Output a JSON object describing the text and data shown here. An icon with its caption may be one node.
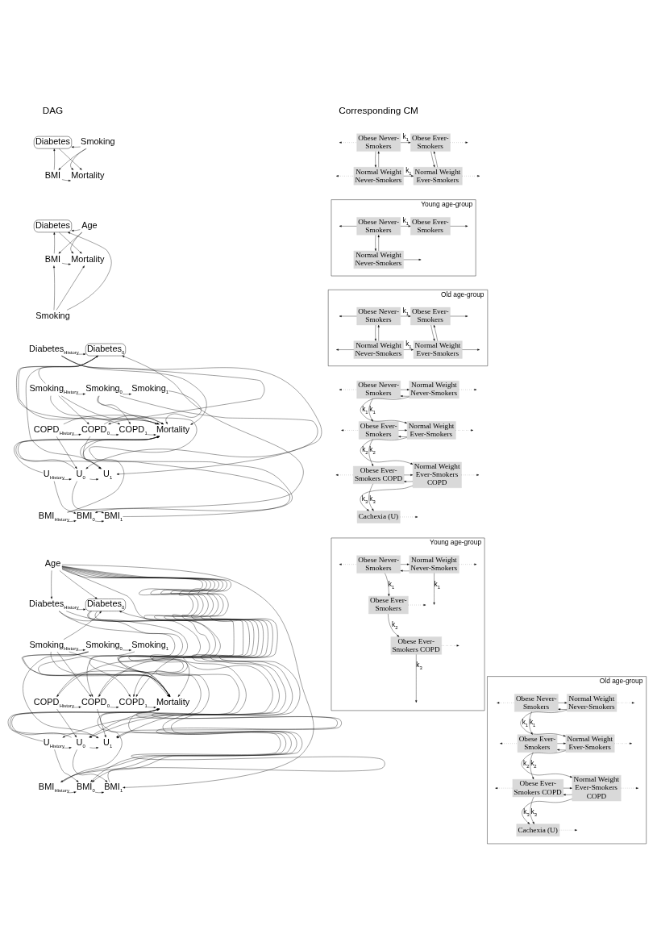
{
  "diagram": {
    "nodes": [
      {
        "text": [
          "Diabetes"
        ]
      },
      {
        "text": [
          "Smoking"
        ]
      },
      {
        "text": [
          "BMI"
        ]
      },
      {
        "text": [
          "Mortality"
        ]
      },
      {
        "text": [
          "Obese Never-Smokers"
        ]
      },
      {
        "text": [
          "Obese Ever-Smokers"
        ]
      },
      {
        "text": [
          "Normal Weight Never-Smokers"
        ]
      },
      {
        "text": [
          "Normal Weight Ever-Smokers"
        ]
      },
      {
        "text": [
          "Diabetes"
        ]
      },
      {
        "text": [
          "Age"
        ]
      },
      {
        "text": [
          "BMI"
        ]
      },
      {
        "text": [
          "Mortality"
        ]
      },
      {
        "text": [
          "Smoking"
        ]
      },
      {
        "text": [
          "Young age-group"
        ]
      },
      {
        "text": [
          "Obese Never-Smokers"
        ],
        "in": 13
      },
      {
        "text": [
          "Obese Ever-Smokers"
        ],
        "in": 13
      },
      {
        "text": [
          "Normal Weight Never-Smokers"
        ],
        "in": 13
      },
      {
        "text": [
          "Old age-group"
        ]
      },
      {
        "text": [
          "Obese Never-Smokers"
        ],
        "in": 17
      },
      {
        "text": [
          "Obese Ever-Smokers"
        ],
        "in": 17
      },
      {
        "text": [
          "Normal Weight Never-Smokers"
        ],
        "in": 17
      },
      {
        "text": [
          "Normal Weight Ever-Smokers"
        ],
        "in": 17
      },
      {
        "text": [
          "Diabetes$_{History}$"
        ]
      },
      {
        "text": [
          "Diabetes$_{0}$"
        ]
      },
      {
        "text": [
          "Smoking$_{History}$"
        ]
      },
      {
        "text": [
          "Smoking$_{0}$"
        ]
      },
      {
        "text": [
          "Smoking$_{1}$"
        ]
      },
      {
        "text": [
          "Mortality"
        ]
      },
      {
        "text": [
          "COPD$_{History}$"
        ]
      },
      {
        "text": [
          "COPD$_{0}$"
        ]
      },
      {
        "text": [
          "COPD$_{1}$"
        ]
      },
      {
        "text": [
          "U$_{History}$"
        ]
      },
      {
        "text": [
          "U$_{0}$"
        ]
      },
      {
        "text": [
          "U$_{1}$"
        ]
      },
      {
        "text": [
          "BMI$_{History}$"
        ]
      },
      {
        "text": [
          "BMI$_{0}$"
        ]
      },
      {
        "text": [
          "BMI$_{1}$"
        ]
      },
      {
        "text": [
          "Obese Never-Smokers"
        ]
      },
      {
        "text": [
          "Normal Weight Never-Smokers"
        ]
      },
      {
        "text": [
          "Obese Ever-Smokers"
        ]
      },
      {
        "text": [
          "Normal Weight Ever-Smokers"
        ]
      },
      {
        "text": [
          "Obese Ever-Smokers COPD"
        ]
      },
      {
        "text": [
          "Normal Weight Ever-Smokers COPD"
        ]
      },
      {
        "text": [
          "Cachexia (U)"
        ]
      },
      {
        "text": [
          "Age"
        ]
      },
      {
        "text": [
          "Diabetes$_{History}$"
        ]
      },
      {
        "text": [
          "Diabetes$_{0}$"
        ]
      },
      {
        "text": [
          "Smoking$_{History}$"
        ]
      },
      {
        "text": [
          "Smoking$_{0}$"
        ]
      },
      {
        "text": [
          "Smoking$_{1}$"
        ]
      },
      {
        "text": [
          "Mortality"
        ]
      },
      {
        "text": [
          "COPD$_{History}$"
        ]
      },
      {
        "text": [
          "COPD$_{0}$"
        ]
      },
      {
        "text": [
          "COPD$_{1}$"
        ]
      },
      {
        "text": [
          "U$_{History}$"
        ]
      },
      {
        "text": [
          "U$_{0}$"
        ]
      },
      {
        "text": [
          "U$_{1}$"
        ]
      },
      {
        "text": [
          "BMI$_{History}$"
        ]
      },
      {
        "text": [
          "BMI$_{0}$"
        ]
      },
      {
        "text": [
          "BMI$_{1}$"
        ]
      },
      {
        "text": [
          "Young age-group"
        ]
      },
      {
        "text": [
          "Obese Never-Smokers"
        ],
        "in": 60
      },
      {
        "text": [
          "Normal Weight Never-Smokers"
        ],
        "in": 60
      },
      {
        "text": [
          "Obese Ever-Smokers"
        ],
        "in": 60
      },
      {
        "text": [
          "Obese Ever-Smokers COPD"
        ],
        "in": 60
      },
      {
        "text": [
          "Old age-group"
        ]
      },
      {
        "text": [
          "Obese Never-Smokers"
        ],
        "in": 65
      },
      {
        "text": [
          "Normal Weight Never-Smokers"
        ],
        "in": 65
      },
      {
        "text": [
          "Obese Ever-Smokers"
        ],
        "in": 65
      },
      {
        "text": [
          "Normal Weight Ever-Smokers"
        ],
        "in": 65
      },
      {
        "text": [
          "Obese Ever-Smokers COPD"
        ],
        "in": 65
      },
      {
        "text": [
          "Normal Weight Ever-Smokers COPD"
        ],
        "in": 65
      },
      {
        "text": [
          "Cachexia (U)"
        ],
        "in": 65
      }
    ],
    "edges": [
      {
        "from": 1,
        "to": 0,
        "arrow": "to"
      },
      {
        "from": 2,
        "to": 0,
        "arrow": "to"
      },
      {
        "from": 0,
        "to": 3,
        "arrow": "to"
      },
      {
        "from": 1,
        "to": 3,
        "arrow": "to"
      },
      {
        "from": 2,
        "to": 3,
        "arrow": "to"
      },
      {
        "from": 1,
        "to": 2,
        "arrow": "to"
      },
      {
        "from": 4,
        "to": 5,
        "arrow": "to",
        "label": "k$_{1}$"
      },
      {
        "from": 4,
        "to": 6,
        "arrow": "to"
      },
      {
        "from": 6,
        "to": 4,
        "arrow": "to"
      },
      {
        "from": 5,
        "to": 7,
        "arrow": "to"
      },
      {
        "from": 7,
        "to": 5,
        "arrow": "to"
      },
      {
        "from": 6,
        "to": 7,
        "arrow": "to",
        "label": "k$_{1}$"
      },
      {
        "from": 4,
        "to": null,
        "arrow": "to",
        "style": "dashed"
      },
      {
        "from": 5,
        "to": null,
        "arrow": "to",
        "style": "dashed"
      },
      {
        "from": 6,
        "to": null,
        "arrow": "to",
        "style": "dashed"
      },
      {
        "from": 7,
        "to": null,
        "arrow": "to",
        "style": "dashed"
      },
      {
        "from": 9,
        "to": 8,
        "arrow": "to"
      },
      {
        "from": 9,
        "to": 10,
        "arrow": "to"
      },
      {
        "from": 9,
        "to": 11,
        "arrow": "to"
      },
      {
        "from": 10,
        "to": 8,
        "arrow": "to"
      },
      {
        "from": 8,
        "to": 11,
        "arrow": "to"
      },
      {
        "from": 10,
        "to": 11,
        "arrow": "to"
      },
      {
        "from": 12,
        "to": 10,
        "arrow": "to"
      },
      {
        "from": 12,
        "to": 8,
        "arrow": "to"
      },
      {
        "from": 12,
        "to": 11,
        "arrow": "to"
      },
      {
        "from": 14,
        "to": 15,
        "arrow": "to",
        "label": "k$_{1}$"
      },
      {
        "from": 14,
        "to": 16,
        "arrow": "to"
      },
      {
        "from": 16,
        "to": 14,
        "arrow": "to"
      },
      {
        "from": 14,
        "to": null,
        "arrow": "to"
      },
      {
        "from": 15,
        "to": null,
        "arrow": "to"
      },
      {
        "from": 16,
        "to": null,
        "arrow": "to"
      },
      {
        "from": 18,
        "to": 19,
        "arrow": "to",
        "label": "k$_{1}$"
      },
      {
        "from": 18,
        "to": 20,
        "arrow": "to"
      },
      {
        "from": 20,
        "to": 18,
        "arrow": "to"
      },
      {
        "from": 19,
        "to": 21,
        "arrow": "to"
      },
      {
        "from": 21,
        "to": 19,
        "arrow": "to"
      },
      {
        "from": 20,
        "to": 21,
        "arrow": "to",
        "label": "k$_{1}$"
      },
      {
        "from": 18,
        "to": null,
        "arrow": "to"
      },
      {
        "from": 19,
        "to": null,
        "arrow": "to"
      },
      {
        "from": 20,
        "to": null,
        "arrow": "to"
      },
      {
        "from": 21,
        "to": null,
        "arrow": "to"
      },
      {
        "from": 22,
        "to": 23,
        "arrow": "to"
      },
      {
        "from": 22,
        "to": 27,
        "arrow": "to"
      },
      {
        "from": 22,
        "to": 29,
        "arrow": "to"
      },
      {
        "from": 22,
        "to": 32,
        "arrow": "to"
      },
      {
        "from": 24,
        "to": 23,
        "arrow": "to"
      },
      {
        "from": 24,
        "to": 27,
        "arrow": "to"
      },
      {
        "from": 24,
        "to": 25,
        "arrow": "to"
      },
      {
        "from": 24,
        "to": 29,
        "arrow": "to"
      },
      {
        "from": 24,
        "to": 35,
        "arrow": "to"
      },
      {
        "from": 23,
        "to": 27,
        "arrow": "to"
      },
      {
        "from": 23,
        "to": 30,
        "arrow": "to"
      },
      {
        "from": 23,
        "to": 33,
        "arrow": "to"
      },
      {
        "from": 25,
        "to": 26,
        "arrow": "to"
      },
      {
        "from": 25,
        "to": 27,
        "arrow": "to"
      },
      {
        "from": 25,
        "to": 30,
        "arrow": "to"
      },
      {
        "from": 25,
        "to": 33,
        "arrow": "to"
      },
      {
        "from": 26,
        "to": 27,
        "arrow": "to"
      },
      {
        "from": 28,
        "to": 29,
        "arrow": "to"
      },
      {
        "from": 28,
        "to": 27,
        "arrow": "to"
      },
      {
        "from": 28,
        "to": 32,
        "arrow": "to"
      },
      {
        "from": 29,
        "to": 30,
        "arrow": "to"
      },
      {
        "from": 29,
        "to": 33,
        "arrow": "to"
      },
      {
        "from": 29,
        "to": 27,
        "arrow": "to"
      },
      {
        "from": 30,
        "to": 27,
        "arrow": "to"
      },
      {
        "from": 31,
        "to": 32,
        "arrow": "to"
      },
      {
        "from": 31,
        "to": 35,
        "arrow": "to"
      },
      {
        "from": 31,
        "to": 27,
        "arrow": "to"
      },
      {
        "from": 32,
        "to": 33,
        "arrow": "to"
      },
      {
        "from": 32,
        "to": 36,
        "arrow": "to"
      },
      {
        "from": 32,
        "to": 27,
        "arrow": "to"
      },
      {
        "from": 33,
        "to": 27,
        "arrow": "to"
      },
      {
        "from": 34,
        "to": 35,
        "arrow": "to"
      },
      {
        "from": 34,
        "to": 23,
        "arrow": "to"
      },
      {
        "from": 34,
        "to": 27,
        "arrow": "to"
      },
      {
        "from": 35,
        "to": 36,
        "arrow": "to"
      },
      {
        "from": 36,
        "to": 27,
        "arrow": "to"
      },
      {
        "from": 38,
        "to": 37,
        "arrow": "to"
      },
      {
        "from": 37,
        "to": 38,
        "arrow": "to"
      },
      {
        "from": 37,
        "to": 39,
        "arrow": "to",
        "label": "k$_{1}$"
      },
      {
        "from": 38,
        "to": 40,
        "arrow": "to",
        "label": "k$_{1}$"
      },
      {
        "from": 40,
        "to": 39,
        "arrow": "to"
      },
      {
        "from": 39,
        "to": 40,
        "arrow": "to"
      },
      {
        "from": 39,
        "to": 41,
        "arrow": "to",
        "label": "k$_{2}$"
      },
      {
        "from": 40,
        "to": 42,
        "arrow": "to",
        "label": "k$_{2}$"
      },
      {
        "from": 42,
        "to": 41,
        "arrow": "to"
      },
      {
        "from": 41,
        "to": 42,
        "arrow": "to"
      },
      {
        "from": 41,
        "to": 43,
        "arrow": "to",
        "label": "k$_{3}$"
      },
      {
        "from": 42,
        "to": 43,
        "arrow": "to",
        "label": "k$_{3}$"
      },
      {
        "from": 37,
        "to": null,
        "arrow": "to",
        "style": "dashed"
      },
      {
        "from": 38,
        "to": null,
        "arrow": "to",
        "style": "dashed"
      },
      {
        "from": 39,
        "to": null,
        "arrow": "to",
        "style": "dashed"
      },
      {
        "from": 40,
        "to": null,
        "arrow": "to",
        "style": "dashed"
      },
      {
        "from": 41,
        "to": null,
        "arrow": "to",
        "style": "dashed"
      },
      {
        "from": 42,
        "to": null,
        "arrow": "to",
        "style": "dashed"
      },
      {
        "from": 43,
        "to": null,
        "arrow": "to",
        "style": "dashed"
      },
      {
        "from": 44,
        "to": 45,
        "arrow": "to"
      },
      {
        "from": 44,
        "to": 46,
        "arrow": "to"
      },
      {
        "from": 44,
        "to": 51,
        "arrow": "to"
      },
      {
        "from": 44,
        "to": 52,
        "arrow": "to"
      },
      {
        "from": 44,
        "to": 53,
        "arrow": "to"
      },
      {
        "from": 44,
        "to": 54,
        "arrow": "to"
      },
      {
        "from": 44,
        "to": 55,
        "arrow": "to"
      },
      {
        "from": 44,
        "to": 56,
        "arrow": "to"
      },
      {
        "from": 44,
        "to": 57,
        "arrow": "to"
      },
      {
        "from": 44,
        "to": 58,
        "arrow": "to"
      },
      {
        "from": 44,
        "to": 59,
        "arrow": "to"
      },
      {
        "from": 44,
        "to": 50,
        "arrow": "to"
      },
      {
        "from": 45,
        "to": 46,
        "arrow": "to"
      },
      {
        "from": 45,
        "to": 50,
        "arrow": "to"
      },
      {
        "from": 45,
        "to": 52,
        "arrow": "to"
      },
      {
        "from": 45,
        "to": 55,
        "arrow": "to"
      },
      {
        "from": 47,
        "to": 46,
        "arrow": "to"
      },
      {
        "from": 47,
        "to": 50,
        "arrow": "to"
      },
      {
        "from": 47,
        "to": 48,
        "arrow": "to"
      },
      {
        "from": 47,
        "to": 52,
        "arrow": "to"
      },
      {
        "from": 47,
        "to": 58,
        "arrow": "to"
      },
      {
        "from": 46,
        "to": 50,
        "arrow": "to"
      },
      {
        "from": 46,
        "to": 53,
        "arrow": "to"
      },
      {
        "from": 46,
        "to": 56,
        "arrow": "to"
      },
      {
        "from": 48,
        "to": 49,
        "arrow": "to"
      },
      {
        "from": 48,
        "to": 50,
        "arrow": "to"
      },
      {
        "from": 48,
        "to": 53,
        "arrow": "to"
      },
      {
        "from": 48,
        "to": 56,
        "arrow": "to"
      },
      {
        "from": 49,
        "to": 50,
        "arrow": "to"
      },
      {
        "from": 51,
        "to": 52,
        "arrow": "to"
      },
      {
        "from": 51,
        "to": 50,
        "arrow": "to"
      },
      {
        "from": 51,
        "to": 55,
        "arrow": "to"
      },
      {
        "from": 52,
        "to": 53,
        "arrow": "to"
      },
      {
        "from": 52,
        "to": 56,
        "arrow": "to"
      },
      {
        "from": 52,
        "to": 50,
        "arrow": "to"
      },
      {
        "from": 53,
        "to": 50,
        "arrow": "to"
      },
      {
        "from": 54,
        "to": 55,
        "arrow": "to"
      },
      {
        "from": 54,
        "to": 58,
        "arrow": "to"
      },
      {
        "from": 54,
        "to": 50,
        "arrow": "to"
      },
      {
        "from": 55,
        "to": 56,
        "arrow": "to"
      },
      {
        "from": 55,
        "to": 59,
        "arrow": "to"
      },
      {
        "from": 55,
        "to": 50,
        "arrow": "to"
      },
      {
        "from": 56,
        "to": 50,
        "arrow": "to"
      },
      {
        "from": 57,
        "to": 58,
        "arrow": "to"
      },
      {
        "from": 57,
        "to": 46,
        "arrow": "to"
      },
      {
        "from": 57,
        "to": 50,
        "arrow": "to"
      },
      {
        "from": 58,
        "to": 59,
        "arrow": "to"
      },
      {
        "from": 59,
        "to": 50,
        "arrow": "to"
      },
      {
        "from": 62,
        "to": 61,
        "arrow": "to"
      },
      {
        "from": 61,
        "to": 62,
        "arrow": "to"
      },
      {
        "from": 61,
        "to": 63,
        "arrow": "to",
        "label": "k$_{1}$"
      },
      {
        "from": 63,
        "to": 64,
        "arrow": "to",
        "label": "k$_{2}$"
      },
      {
        "from": 62,
        "to": null,
        "arrow": "to",
        "label": "k$_{1}$"
      },
      {
        "from": 64,
        "to": null,
        "arrow": "to",
        "label": "k$_{3}$"
      },
      {
        "from": 61,
        "to": null,
        "arrow": "to",
        "style": "dashed"
      },
      {
        "from": 62,
        "to": null,
        "arrow": "to",
        "style": "dashed"
      },
      {
        "from": 63,
        "to": null,
        "arrow": "to",
        "style": "dashed"
      },
      {
        "from": 64,
        "to": null,
        "arrow": "to",
        "style": "dashed"
      },
      {
        "from": 67,
        "to": 66,
        "arrow": "to"
      },
      {
        "from": 66,
        "to": 67,
        "arrow": "to"
      },
      {
        "from": 66,
        "to": 68,
        "arrow": "to",
        "label": "k$_{1}$"
      },
      {
        "from": 67,
        "to": 69,
        "arrow": "to",
        "label": "k$_{1}$"
      },
      {
        "from": 69,
        "to": 68,
        "arrow": "to"
      },
      {
        "from": 68,
        "to": 69,
        "arrow": "to"
      },
      {
        "from": 68,
        "to": 70,
        "arrow": "to",
        "label": "k$_{2}$"
      },
      {
        "from": 69,
        "to": 71,
        "arrow": "to",
        "label": "k$_{2}$"
      },
      {
        "from": 71,
        "to": 70,
        "arrow": "to"
      },
      {
        "from": 70,
        "to": 71,
        "arrow": "to"
      },
      {
        "from": 70,
        "to": 72,
        "arrow": "to",
        "label": "k$_{3}$"
      },
      {
        "from": 71,
        "to": 72,
        "arrow": "to",
        "label": "k$_{3}$"
      },
      {
        "from": 66,
        "to": null,
        "arrow": "to",
        "style": "dashed"
      },
      {
        "from": 67,
        "to": null,
        "arrow": "to",
        "style": "dashed"
      },
      {
        "from": 68,
        "to": null,
        "arrow": "to",
        "style": "dashed"
      },
      {
        "from": 69,
        "to": null,
        "arrow": "to",
        "style": "dashed"
      },
      {
        "from": 70,
        "to": null,
        "arrow": "to",
        "style": "dashed"
      },
      {
        "from": 71,
        "to": null,
        "arrow": "to",
        "style": "dashed"
      },
      {
        "from": 72,
        "to": null,
        "arrow": "to",
        "style": "dashed"
      }
    ],
    "labels": [
      "DAG",
      "Corresponding CM"
    ]
  }
}
